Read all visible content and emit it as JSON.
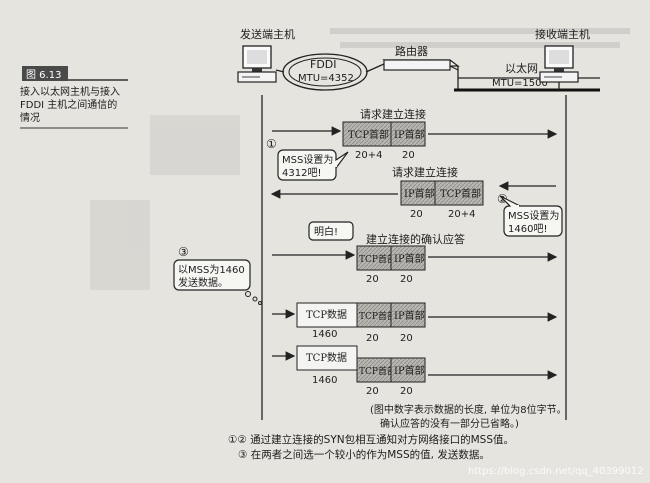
{
  "figure": {
    "label": "图 6.13",
    "caption": "接入以太网主机与接入FDDI 主机之间通信的情况",
    "caption_lines": [
      "接入以太网主机与接入",
      "FDDI 主机之间通信的",
      "情况"
    ]
  },
  "hosts": {
    "sender": "发送端主机",
    "receiver": "接收端主机"
  },
  "networks": {
    "fddi_name": "FDDI",
    "fddi_mtu": "MTU=4352",
    "router": "路由器",
    "ethernet_name": "以太网",
    "ethernet_mtu": "MTU=1500"
  },
  "steps": {
    "req1_title": "请求建立连接",
    "req2_title": "请求建立连接",
    "ack_title": "建立连接的确认应答",
    "s1_num": "①",
    "s1_text": [
      "MSS设置为",
      "4312吧!"
    ],
    "s2_num": "②",
    "s2_text": [
      "MSS设置为",
      "1460吧!"
    ],
    "s3_num": "③",
    "s3_text": [
      "以MSS为1460",
      "发送数据。"
    ],
    "ok_text": "明白!"
  },
  "packets": {
    "tcp_header": "TCP首部",
    "ip_header": "IP首部",
    "tcp_data": "TCP数据",
    "size_tcp": "20+4",
    "size_ip": "20",
    "size_20": "20",
    "size_data": "1460"
  },
  "notes": {
    "units_line1": "(图中数字表示数据的长度, 单位为8位字节。",
    "units_line2": "确认应答的没有一部分已省略。)",
    "footnote1": "①② 通过建立连接的SYN包相互通知对方网络接口的MSS值。",
    "footnote2": "③ 在两者之间选一个较小的作为MSS的值, 发送数据。",
    "watermark": "https://blog.csdn.net/qq_40399012"
  }
}
